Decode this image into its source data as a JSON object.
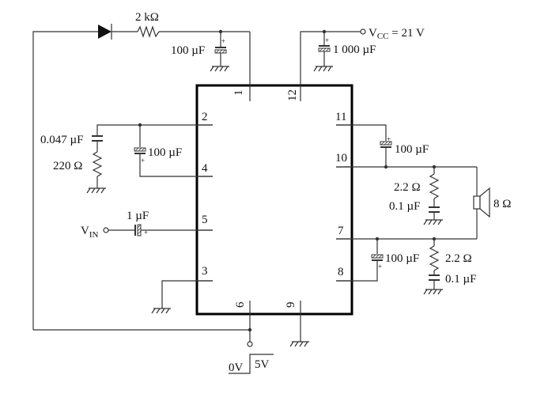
{
  "components": {
    "resistor_2k": "2 kΩ",
    "cap_pin1": "100 µF",
    "vcc_main": "V",
    "vcc_sub": "CC",
    "vcc_value": " = 21 V",
    "cap_vcc": "1 000 µF",
    "cap_0047": "0.047 µF",
    "res_220": "220 Ω",
    "cap_pin2_4": "100 µF",
    "cap_input": "1 µF",
    "vin_main": "V",
    "vin_sub": "IN",
    "cap_pin11_10": "100 µF",
    "res_22_top": "2.2 Ω",
    "cap_01_top": "0.1 µF",
    "speaker": "8 Ω",
    "cap_pin7_8": "100 µF",
    "res_22_bottom": "2.2 Ω",
    "cap_01_bottom": "0.1 µF",
    "pulse_low": "0V",
    "pulse_high": "5V",
    "plus": "+"
  },
  "pins": {
    "p1": "1",
    "p12": "12",
    "p2": "2",
    "p4": "4",
    "p5": "5",
    "p3": "3",
    "p11": "11",
    "p10": "10",
    "p7": "7",
    "p8": "8",
    "p6": "6",
    "p9": "9"
  }
}
